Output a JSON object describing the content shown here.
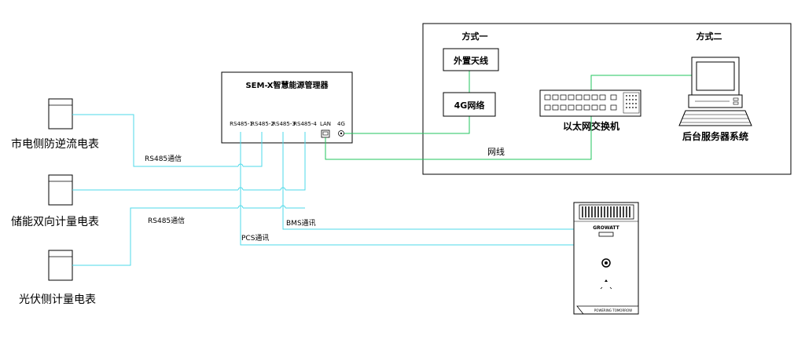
{
  "controller": {
    "title": "SEM-X智慧能源管理器",
    "ports": [
      "RS485-1",
      "RS485-2",
      "RS485-3",
      "RS485-4",
      "LAN",
      "4G"
    ]
  },
  "meters": {
    "grid": "市电侧防逆流电表",
    "storage": "储能双向计量电表",
    "pv": "光伏侧计量电表"
  },
  "links": {
    "rs485_top": "RS485通信",
    "rs485_bottom": "RS485通信",
    "bms": "BMS通讯",
    "pcs": "PCS通讯",
    "network_cable": "网线"
  },
  "network": {
    "mode1": "方式一",
    "mode2": "方式二",
    "antenna": "外置天线",
    "g4": "4G网络",
    "switch": "以太网交换机",
    "server": "后台服务器系统"
  },
  "inverter": {
    "brand": "GROWATT",
    "footer": "POWERING TOMORROW"
  },
  "colors": {
    "wire": "#22c55e",
    "cyan": "#4dd9e8",
    "line": "#000000"
  }
}
